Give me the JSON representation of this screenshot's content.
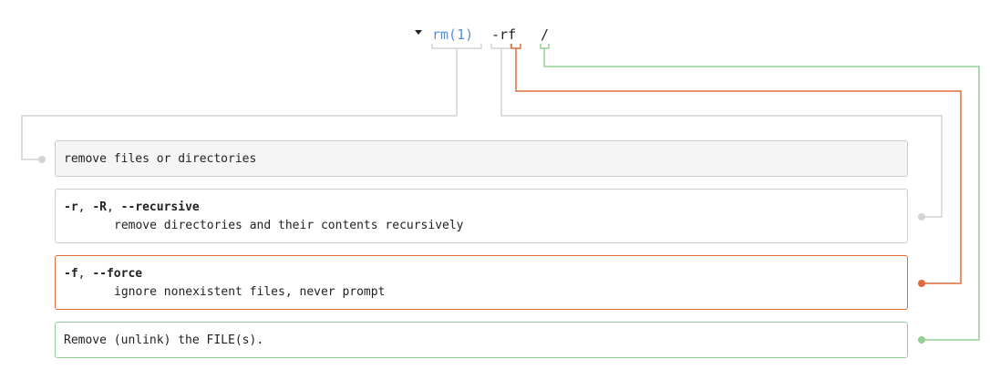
{
  "command": {
    "program": "rm(1)",
    "options": "-rf",
    "argument": "/"
  },
  "explanations": [
    {
      "type": "plain",
      "text": "remove files or directories"
    },
    {
      "type": "option",
      "option_parts": [
        "-r",
        ", ",
        "-R",
        ", ",
        "--recursive"
      ],
      "description": "remove directories and their contents recursively"
    },
    {
      "type": "option",
      "option_parts": [
        "-f",
        ", ",
        "--force"
      ],
      "description": "ignore nonexistent files, never prompt"
    },
    {
      "type": "plain",
      "text": "Remove (unlink) the FILE(s)."
    }
  ],
  "colors": {
    "program": "#5b8fd6",
    "default_line": "#d4d4d4",
    "force": "#e06a3a",
    "argument": "#93cf94",
    "first_box_bg": "#f5f5f5"
  },
  "icons": {
    "toggle": "caret-down-icon"
  }
}
